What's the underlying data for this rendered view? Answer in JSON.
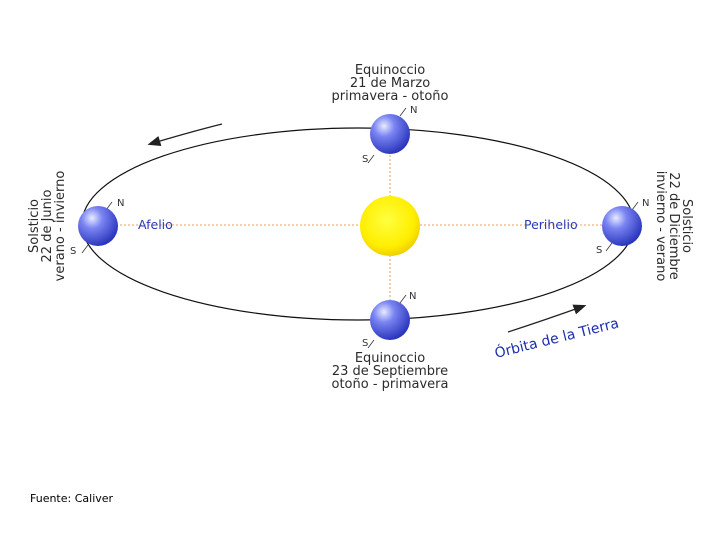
{
  "equinox_march": {
    "title": "Equinoccio",
    "date": "21 de Marzo",
    "seasons": "primavera - otoño"
  },
  "equinox_september": {
    "title": "Equinoccio",
    "date": "23 de Septiembre",
    "seasons": "otoño - primavera"
  },
  "solstice_june": {
    "title": "Solsticio",
    "date": "22 de Junio",
    "seasons": "verano - invierno"
  },
  "solstice_december": {
    "title": "Solsticio",
    "date": "22 de Diciembre",
    "seasons": "invierno - verano"
  },
  "aphelion_label": "Afelio",
  "perihelion_label": "Perihelio",
  "orbit_label": "Órbita de la Tierra",
  "pole_north": "N",
  "pole_south": "S",
  "source_text": "Fuente: Caliver",
  "colors": {
    "sun": "#ffee00",
    "earth": "#4a55e8",
    "label_blue": "#2a3bb5",
    "axis_dash": "#e8a060"
  }
}
